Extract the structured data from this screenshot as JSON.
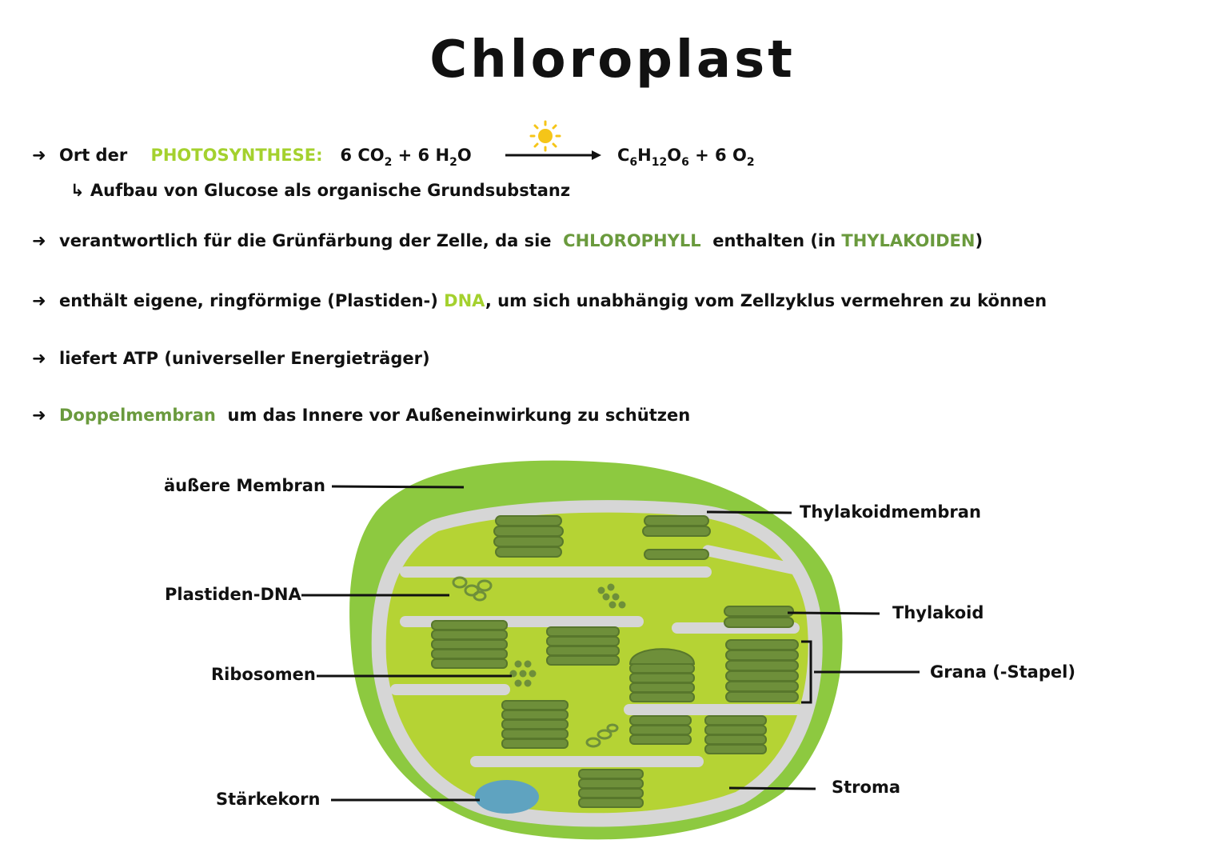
{
  "title": "Chloroplast",
  "line1": {
    "prefix": "Ort der",
    "keyword": "PHOTOSYNTHESE:",
    "reactants": [
      "6 CO",
      "2",
      " + 6 H",
      "2",
      "O"
    ],
    "products": [
      "C",
      "6",
      "H",
      "12",
      "O",
      "6",
      " + 6 O",
      "2"
    ]
  },
  "line1b": "Aufbau von Glucose als organische Grundsubstanz",
  "line2": {
    "text": "verantwortlich für die Grünfärbung der Zelle, da sie",
    "keyword1": "CHLOROPHYLL",
    "mid": "enthalten (in",
    "keyword2": "THYLAKOIDEN",
    "end": ")"
  },
  "line3": {
    "text": "enthält eigene, ringförmige (Plastiden-)",
    "keyword": "DNA",
    "end": ", um sich unabhängig vom Zellzyklus vermehren zu können"
  },
  "line4": "liefert ATP (universeller Energieträger)",
  "line5": {
    "keyword": "Doppelmembran",
    "text": "um das Innere vor Außeneinwirkung zu schützen"
  },
  "labels": {
    "outer_membrane": "äußere Membran",
    "plastid_dna": "Plastiden-DNA",
    "ribosomes": "Ribosomen",
    "starch": "Stärkekorn",
    "thylakoid_membrane": "Thylakoidmembran",
    "thylakoid": "Thylakoid",
    "grana": "Grana (-Stapel)",
    "stroma": "Stroma"
  },
  "colors": {
    "outer": "#8dc940",
    "stroma": "#b5d334",
    "membrane": "#d6d6d6",
    "thylakoid": "#6e8f3a",
    "starch": "#5fa3c0",
    "sun": "#f5c518"
  }
}
